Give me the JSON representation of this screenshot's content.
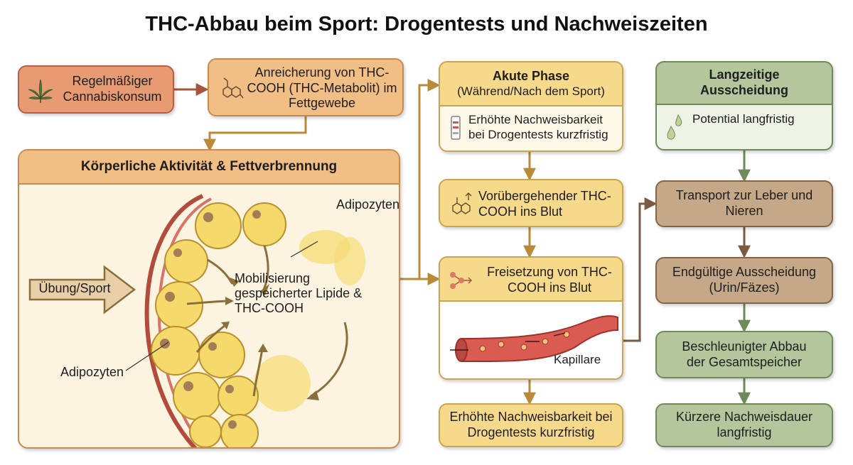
{
  "title": "THC-Abbau beim Sport: Drogentests und Nachweiszeiten",
  "left": {
    "consumption": "Regelmäßiger Cannabiskonsum",
    "storage": "Anreicherung von THC-COOH (THC-Metabolit) im Fettgewebe",
    "panel_title": "Körperliche Aktivität & Fettverbrennung",
    "exercise": "Übung/Sport",
    "adipocytes_top": "Adipozyten",
    "adipocytes_bottom": "Adipozyten",
    "mobilization": "Mobilisierung gespeicherter Lipide & THC-COOH"
  },
  "middle": {
    "acute_title": "Akute Phase",
    "acute_subtitle": "(Während/Nach dem Sport)",
    "acute_detail": "Erhöhte Nachweisbarkeit bei Drogentests kurzfristig",
    "temporary": "Vorübergehender THC-COOH ins Blut",
    "release": "Freisetzung von THC-COOH ins Blut",
    "capillary": "Kapillare",
    "result": "Erhöhte Nachweisbarkeit bei Drogentests kurzfristig"
  },
  "right": {
    "longterm_title": "Langzeitige Ausscheidung",
    "longterm_detail": "Potential langfristig",
    "transport": "Transport zur Leber und Nieren",
    "excretion": "Endgültige Ausscheidung (Urin/Fäzes)",
    "accelerated": "Beschleunigter Abbau der Gesamtspeicher",
    "shorter": "Kürzere Nachweisdauer langfristig"
  },
  "icons": {
    "leaf": "cannabis-leaf-icon",
    "molecule": "molecule-icon",
    "test": "test-strip-icon",
    "droplet": "droplet-icon",
    "release": "release-network-icon"
  },
  "colors": {
    "red_box": "#e89a72",
    "orange_box": "#f1be86",
    "yellow_box": "#f6d98b",
    "green_box": "#b4c79c",
    "brown_box": "#c4a888",
    "arrow_gold": "#b88a3a",
    "arrow_green": "#6f8a5a",
    "arrow_brown": "#7a5a40"
  }
}
